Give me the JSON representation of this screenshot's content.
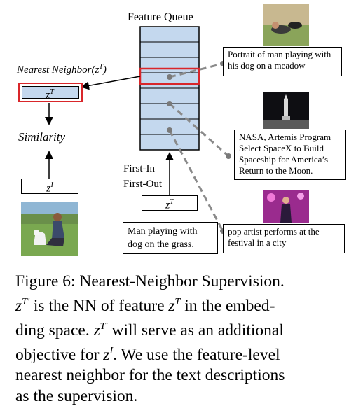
{
  "diagram": {
    "queue_title": "Feature Queue",
    "nn_label": "Nearest Neighbor(z",
    "nn_label_sup": "T",
    "nn_label_close": ")",
    "zt_prime_base": "z",
    "zt_prime_sup": "T′",
    "similarity": "Similarity",
    "zi_base": "z",
    "zi_sup": "I",
    "zt_base": "z",
    "zt_sup": "T",
    "fifo_line1": "First-In",
    "fifo_line2": "First-Out",
    "text_query": "Man playing with dog on the grass.",
    "desc_1": "Portrait of man playing with his dog on a meadow",
    "desc_2": "NASA, Artemis Program Select SpaceX to Build Spaceship for America’s Return to the Moon.",
    "desc_3": "pop artist performs at the festival in a city"
  },
  "colors": {
    "queue_fill": "#c4d8ee",
    "highlight": "#d9262a",
    "dashed": "#8a8a8a"
  },
  "caption": {
    "prefix": "Figure 6: Nearest-Neighbor Supervision.",
    "line2_a": "z",
    "line2_a_sup": "T′",
    "line2_b": " is the NN of feature ",
    "line2_c": "z",
    "line2_c_sup": "T",
    "line2_d": " in the embed-",
    "line3": "ding space. ",
    "line3_z": "z",
    "line3_z_sup": "T′",
    "line3_rest": " will serve as an additional",
    "line4": "objective for ",
    "line4_z": "z",
    "line4_z_sup": "I",
    "line4_rest": ". We use the feature-level",
    "line5": "nearest neighbor for the text descriptions",
    "line6": "as the supervision."
  }
}
